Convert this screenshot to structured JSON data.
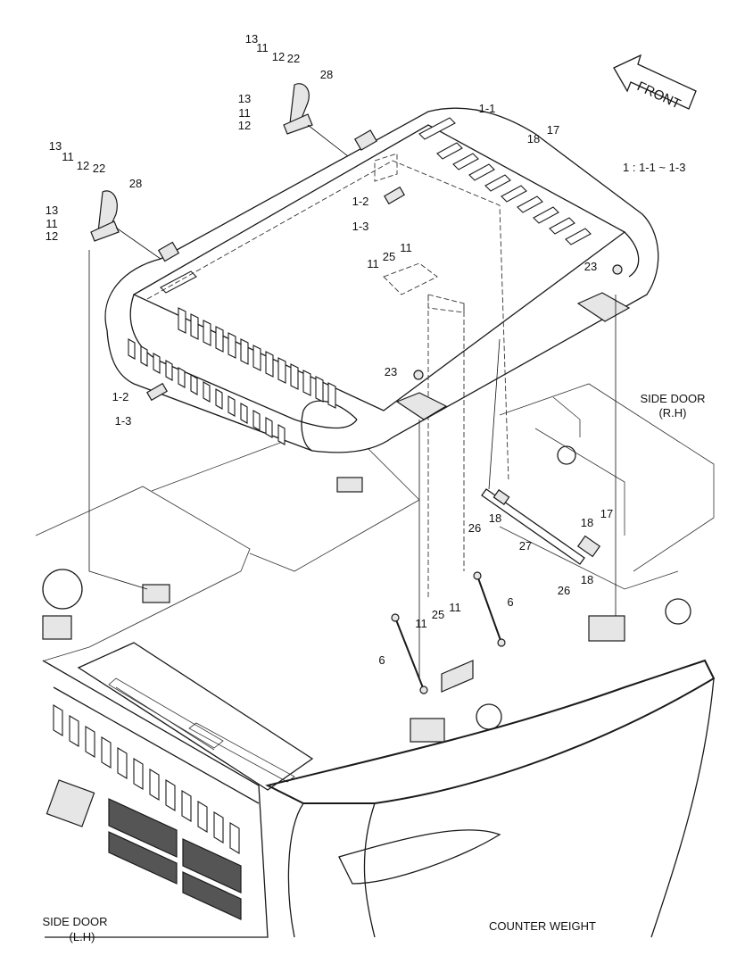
{
  "front_arrow": {
    "text": "FRONT"
  },
  "ratio_note": "1 : 1-1 ~ 1-3",
  "region_labels": {
    "side_door_rh_line1": "SIDE DOOR",
    "side_door_rh_line2": "(R.H)",
    "side_door_lh_line1": "SIDE DOOR",
    "side_door_lh_line2": "(L.H)",
    "counter_weight": "COUNTER WEIGHT"
  },
  "callouts": [
    {
      "id": "c1",
      "text": "13"
    },
    {
      "id": "c2",
      "text": "11"
    },
    {
      "id": "c3",
      "text": "12"
    },
    {
      "id": "c4",
      "text": "22"
    },
    {
      "id": "c5",
      "text": "28"
    },
    {
      "id": "c6",
      "text": "13"
    },
    {
      "id": "c7",
      "text": "11"
    },
    {
      "id": "c8",
      "text": "12"
    },
    {
      "id": "c9",
      "text": "1-1"
    },
    {
      "id": "c10",
      "text": "17"
    },
    {
      "id": "c11",
      "text": "18"
    },
    {
      "id": "c12",
      "text": "13"
    },
    {
      "id": "c13",
      "text": "11"
    },
    {
      "id": "c14",
      "text": "12"
    },
    {
      "id": "c15",
      "text": "22"
    },
    {
      "id": "c16",
      "text": "28"
    },
    {
      "id": "c17",
      "text": "13"
    },
    {
      "id": "c18",
      "text": "11"
    },
    {
      "id": "c19",
      "text": "12"
    },
    {
      "id": "c20",
      "text": "1-2"
    },
    {
      "id": "c21",
      "text": "1-3"
    },
    {
      "id": "c22",
      "text": "11"
    },
    {
      "id": "c23",
      "text": "25"
    },
    {
      "id": "c24",
      "text": "11"
    },
    {
      "id": "c25",
      "text": "23"
    },
    {
      "id": "c26",
      "text": "23"
    },
    {
      "id": "c27",
      "text": "1-2"
    },
    {
      "id": "c28",
      "text": "1-3"
    },
    {
      "id": "c29",
      "text": "26"
    },
    {
      "id": "c30",
      "text": "18"
    },
    {
      "id": "c31",
      "text": "27"
    },
    {
      "id": "c32",
      "text": "18"
    },
    {
      "id": "c33",
      "text": "17"
    },
    {
      "id": "c34",
      "text": "26"
    },
    {
      "id": "c35",
      "text": "18"
    },
    {
      "id": "c36",
      "text": "6"
    },
    {
      "id": "c37",
      "text": "11"
    },
    {
      "id": "c38",
      "text": "25"
    },
    {
      "id": "c39",
      "text": "11"
    },
    {
      "id": "c40",
      "text": "6"
    }
  ]
}
